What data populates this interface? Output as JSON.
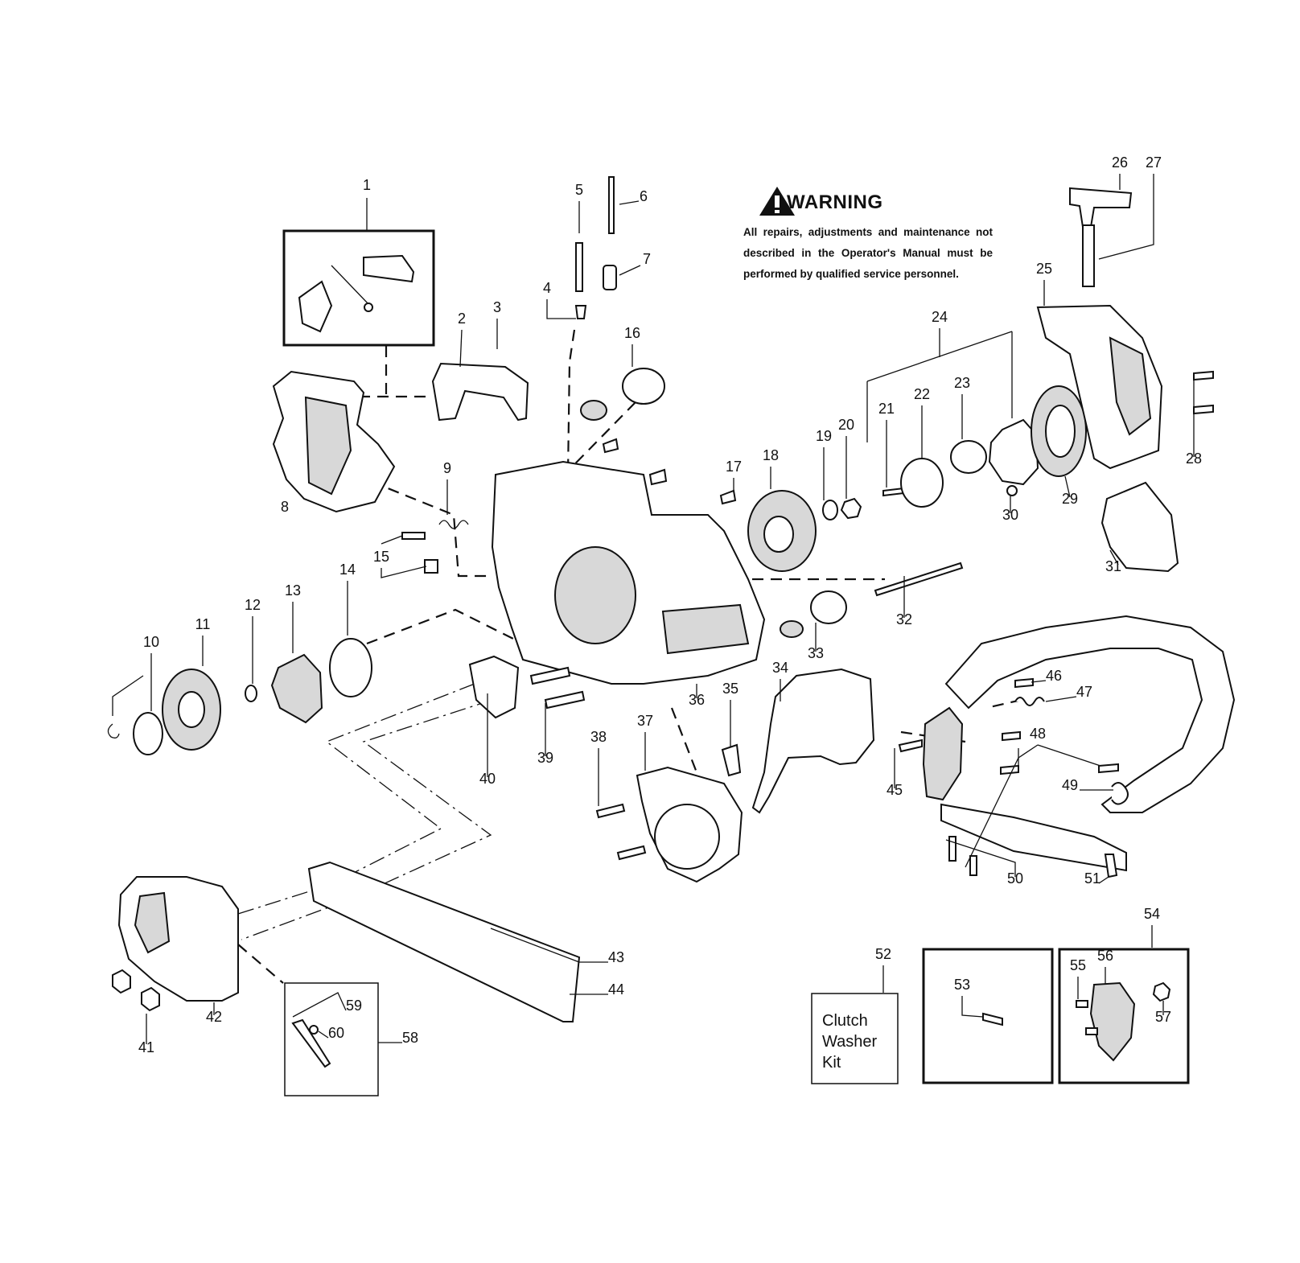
{
  "warning": {
    "title": "WARNING",
    "body": "All repairs, adjustments and maintenance not described in the Operator's Manual must be performed by qualified service personnel."
  },
  "kit_box": {
    "label": "Clutch Washer Kit"
  },
  "callouts": [
    "1",
    "2",
    "3",
    "4",
    "5",
    "6",
    "7",
    "8",
    "9",
    "10",
    "11",
    "12",
    "13",
    "14",
    "15",
    "16",
    "17",
    "18",
    "19",
    "20",
    "21",
    "22",
    "23",
    "24",
    "25",
    "26",
    "27",
    "28",
    "29",
    "30",
    "31",
    "32",
    "33",
    "34",
    "35",
    "36",
    "37",
    "38",
    "39",
    "40",
    "41",
    "42",
    "43",
    "44",
    "45",
    "46",
    "47",
    "48",
    "49",
    "50",
    "51",
    "52",
    "53",
    "54",
    "55",
    "56",
    "57",
    "58",
    "59",
    "60"
  ]
}
